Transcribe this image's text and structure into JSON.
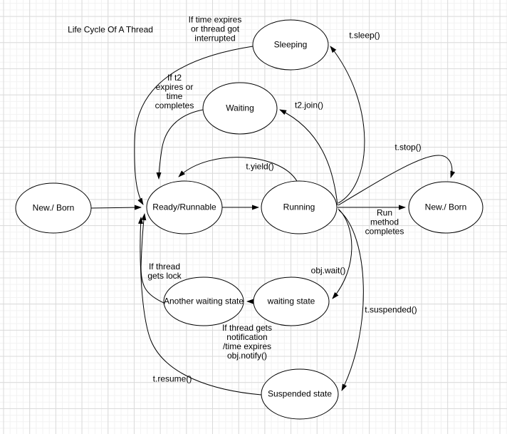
{
  "title": "Life Cycle Of A Thread",
  "nodes": {
    "new_born_left": "New./ Born",
    "ready": "Ready/Runnable",
    "running": "Running",
    "sleeping": "Sleeping",
    "waiting": "Waiting",
    "new_born_right": "New./ Born",
    "another_waiting": "Another waiting state",
    "waiting_state": "waiting state",
    "suspended": "Suspended state"
  },
  "edges": {
    "t_sleep": "t.sleep()",
    "sleep_return": "If time expires\nor thread got\ninterrupted",
    "t2_join": "t2.join()",
    "wait_return": "If t2\nexpires or\ntime\ncompletes",
    "t_yield": "t.yield()",
    "t_stop": "t.stop()",
    "run_method": "Run\nmethod\ncompletes",
    "obj_wait": "obj.wait()",
    "thread_lock": "If thread\ngets lock",
    "notify": "If thread gets\nnotification\n/time expires\nobj.notify()",
    "t_suspended": "t.suspended()",
    "t_resume": "t.resume()"
  },
  "colors": {
    "line": "#000000",
    "node_fill": "#ffffff",
    "background": "#ffffff",
    "grid_minor": "#f2f2f2",
    "grid_major": "#dadada"
  }
}
